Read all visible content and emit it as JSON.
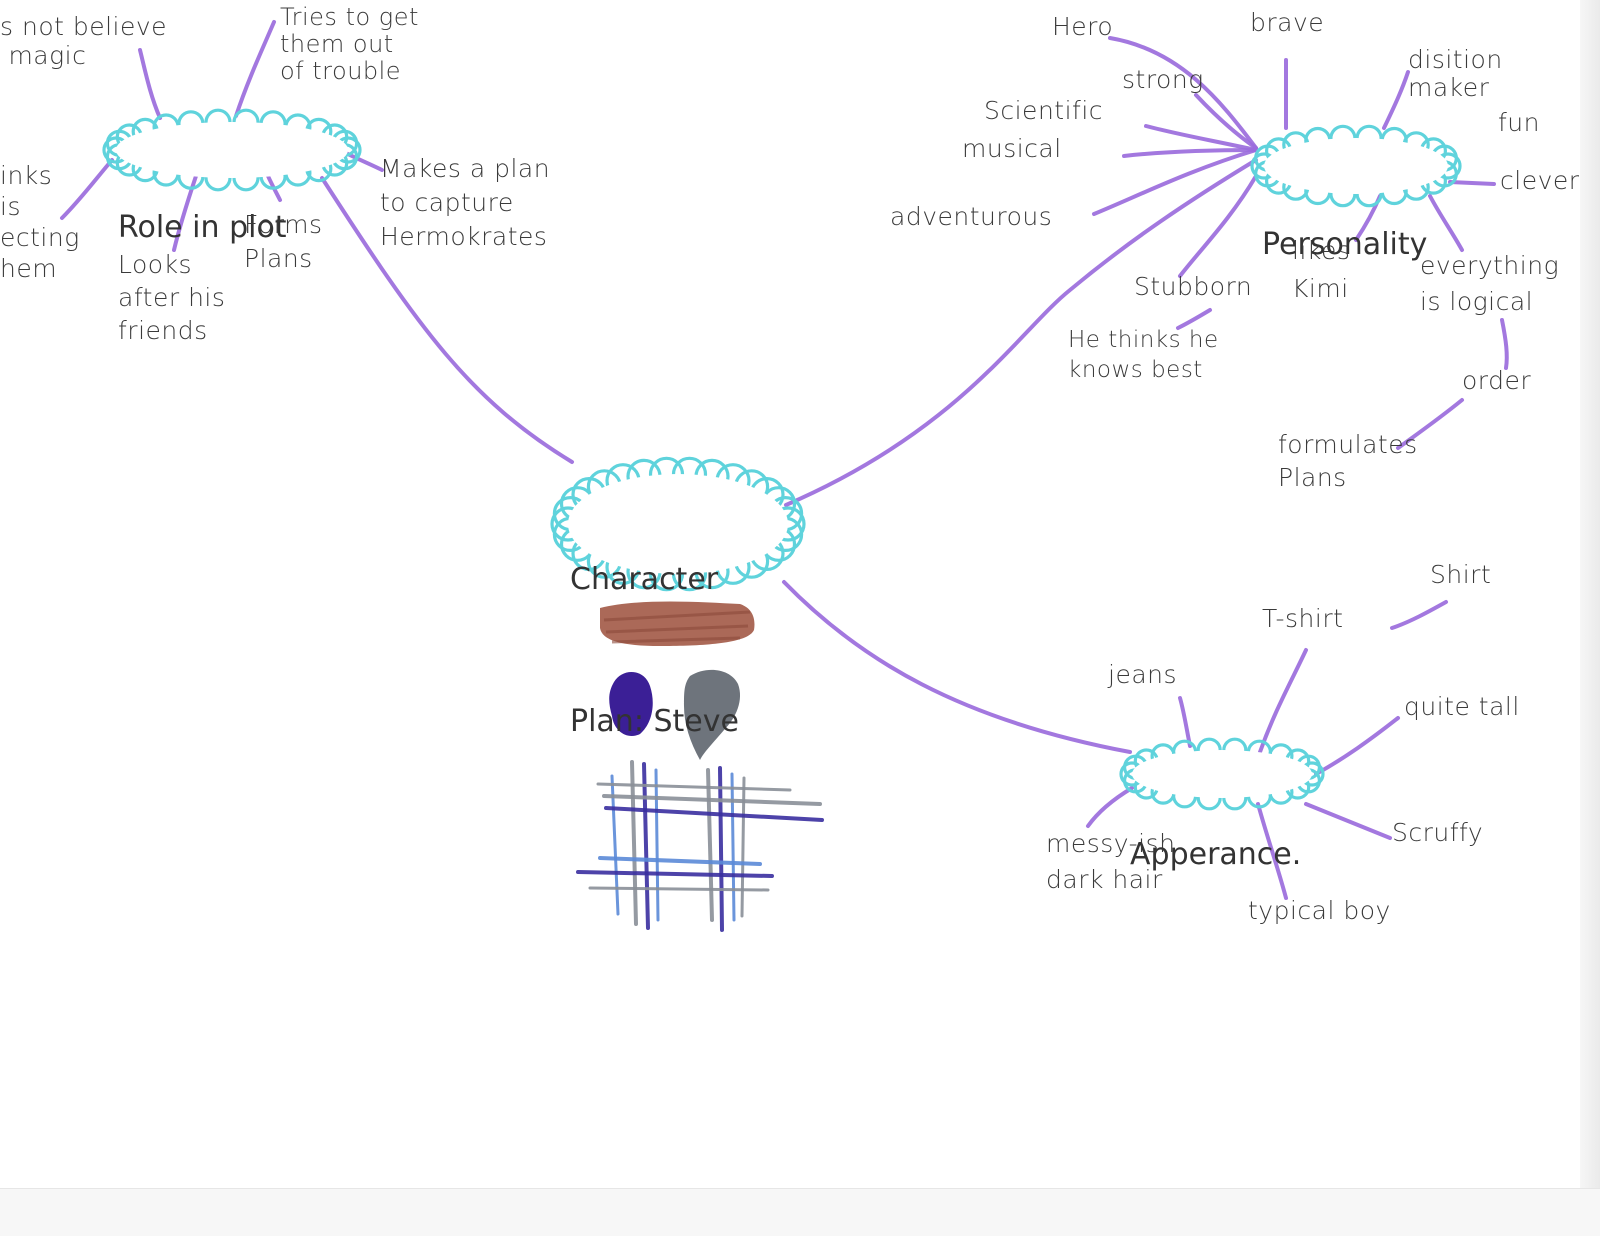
{
  "hubs": {
    "center": {
      "lines": [
        "Character",
        "Plan: Steve"
      ]
    },
    "role": {
      "lines": [
        "Role in plot"
      ]
    },
    "personality": {
      "lines": [
        "Personality"
      ]
    },
    "appearance": {
      "lines": [
        "Apperance."
      ]
    }
  },
  "labels": {
    "not_believe": "s not believe\n magic",
    "tries": "Tries to get\nthem out\nof trouble",
    "thinks": "inks\nis\necting\nhem",
    "looks_after": "Looks\nafter his\nfriends",
    "forms_plans": "Forms\nPlans",
    "makes_plan": "Makes a plan\nto capture\nHermokrates",
    "hero": "Hero",
    "brave": "brave",
    "strong": "strong",
    "scientific": "Scientific",
    "musical": "musical",
    "adventurous": "adventurous",
    "decision_maker": "disition\nmaker",
    "fun": "fun",
    "clever": "clever",
    "stubborn": "Stubborn",
    "thinks_best": "He thinks he\nknows best",
    "likes_kimi": "likes\nKimi",
    "logical": "everything\nis logical",
    "order": "order",
    "formulates": "formulates\nPlans",
    "shirt": "Shirt",
    "tshirt": "T-shirt",
    "jeans": "jeans",
    "quite_tall": "quite tall",
    "messy": "messy-ish\ndark hair",
    "scruffy": "Scruffy",
    "typical_boy": "typical boy"
  },
  "colors": {
    "branch": "#9b6ddc",
    "cloud": "#5fd3dc",
    "ink": "#3a3a3a",
    "hair": "#a45c4a",
    "eye_left": "#3b1f96",
    "eye_right": "#6e747c",
    "plaid_dark": "#3a2fa0",
    "plaid_light": "#5b8ad8",
    "plaid_grey": "#8a9098"
  }
}
